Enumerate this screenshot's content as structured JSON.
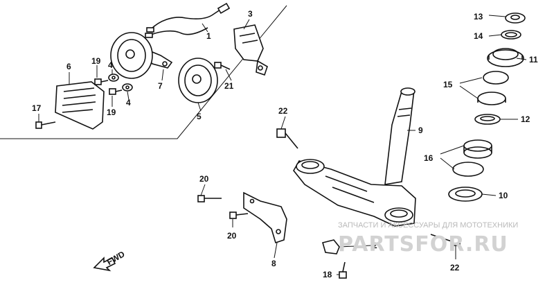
{
  "labels": {
    "l1": "1",
    "l2": "2",
    "l3": "3",
    "l4a": "4",
    "l4b": "4",
    "l5": "5",
    "l6": "6",
    "l7": "7",
    "l8": "8",
    "l9": "9",
    "l10": "10",
    "l11": "11",
    "l12": "12",
    "l13": "13",
    "l14": "14",
    "l15": "15",
    "l16": "16",
    "l17": "17",
    "l18": "18",
    "l19a": "19",
    "l19b": "19",
    "l20a": "20",
    "l20b": "20",
    "l21": "21",
    "l22a": "22",
    "l22b": "22"
  },
  "fwd": "FWD",
  "watermark": {
    "text": "ЗАПЧАСТИ И АКСЕССУАРЫ ДЛЯ МОТОТЕХНИКИ",
    "logo": "PARTSFOR.RU"
  }
}
